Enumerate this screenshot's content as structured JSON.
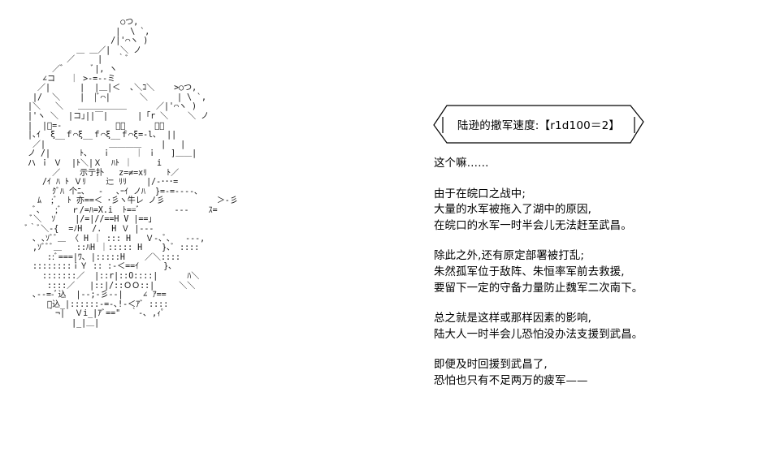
{
  "scene": {
    "background_color": "#ffffff",
    "text_color": "#000000"
  },
  "character_art": {
    "name": "lu-xun-ascii-portrait",
    "art": "                    ○つ,\n                   |  \\ `,\n                  /|'⌒ヽ )\n           ＿ ＿／|  ＼ ノ\n         ／  　 |   ｀ﾞ\n      ／ﾞ      ﾞ|, ヽ\n    ∠コ   ｜ >-=--ミ\n   ／|      |  |＿|＜  ､＼ｺ＼    >○つ,\n  |/  ＼    |  |ﾞ⌒|      ＼      | \\ `,\n |＼   ＼   ＿＿＿＿＿＿      ／|'⌒ヽ )\n |'ヽ ＼  |コ｣||￣|      |「r ＼    ＼ ノ\n |  |ﾞ=-           ＼／      ｀ﾞ\n |､ｲ  ξ__ｆ⌒ξ__ｆ⌒ξ__ｆ⌒ξ=-l､  ||\n  ／|             ＿＿＿＿    |   |\n ノ /|      ﾄ､   ｉ     ｜ ｉ   ]＿＿|\n ハ ｉ Ｖ  |ﾄ＼|Ｘ  ﾊﾄ ｜     i\n      ／    示亍扑   z=≠=xﾘ    ﾄ／\n    /ｲ ﾊ ﾄ Ｖﾘ    辷 ﾘﾘ    |/-･･･=\n      ｸﾞﾊ 个ﾆ､ 　-　 ､ｰｲ ノﾊ  }=-=----､\n   ﾑ  ;ﾞ  ﾄ 亦==＜ ･彡ヽ牛レ ノ彡   　      ＞-彡\n  ﾞ､   ;ﾞ  ｒ/=ﾊ=X.i  ﾄ==ﾞ       ---    ｽ=\n  ﾞ＼  ｿ    |/=|//==H V |==｣\n ﾞ｀ﾞ＼-{  =ﾉH  /.  H Ｖ |---\n  ､ ､ｿﾞﾞ＿ 〈 H ｜ ::: H   Ｖ-､ﾞ､   ---,\n  ,ｿﾞﾞﾞ＿   ::ﾊH ｜::::: H    }､ﾞ ::::\n     ::ﾞ===|ﾜ､ |:::::H    ／＼::::\n  ::::::::ｉＹ :: :-＜==ｲ     }､\n    :::::::／  |::r|::O::::|      ﾊ＼\n     ::::／   |::|/::ＯＯ::|     ＼＼\n  ､--=-ﾞ込  |--;-彡--|    ∠ ｱ==\n     ﾞ込_|::::::-=-､!-＜ｱﾞ ::::\n     ｀¬|  Ｖi_|ｱﾞ==\"  ｀-､ ,ｨﾟ\n          |_|＿|"
  },
  "dialogue": {
    "speaker_box": {
      "name": "speaker-name-box",
      "text": "陆逊的撤军速度:【r1d100＝2】",
      "shape": "beveled-hexagon",
      "border_color": "#000000",
      "fill_color": "#ffffff"
    },
    "paragraphs": [
      {
        "id": "para-1",
        "lines": [
          "这个嘛……"
        ]
      },
      {
        "id": "para-2",
        "lines": [
          "由于在皖口之战中;",
          "大量的水军被拖入了湖中的原因,",
          "在皖口的水军一时半会儿无法赶至武昌。"
        ]
      },
      {
        "id": "para-3",
        "lines": [
          "除此之外,还有原定部署被打乱;",
          "朱然孤军位于敌阵、朱恒率军前去救援,",
          "要留下一定的守备力量防止魏军二次南下。"
        ]
      },
      {
        "id": "para-4",
        "lines": [
          "总之就是这样或那样因素的影响,",
          "陆大人一时半会儿恐怕没办法支援到武昌。"
        ]
      },
      {
        "id": "para-5",
        "lines": [
          "即便及时回援到武昌了,",
          "恐怕也只有不足两万的疲军——"
        ]
      }
    ]
  }
}
